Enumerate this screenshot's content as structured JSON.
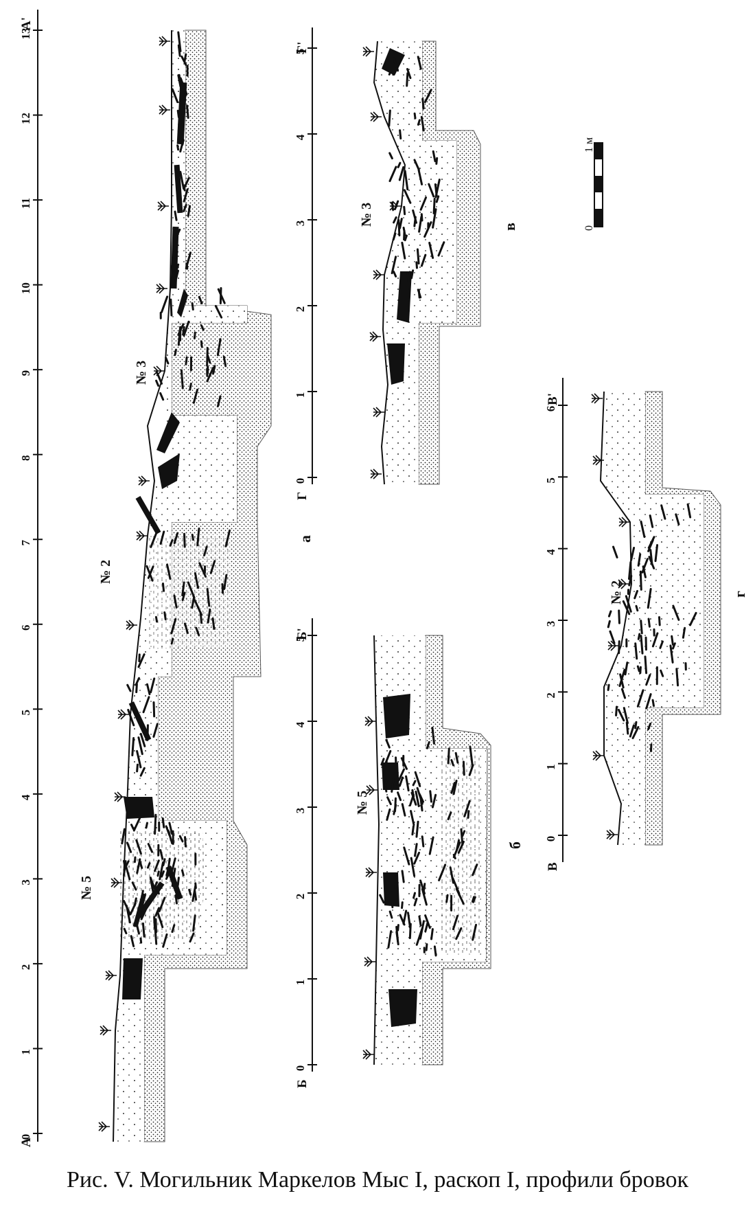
{
  "caption": "Рис. V. Могильник Маркелов Мыс I, раскоп I, профили бровок",
  "scale_bar": {
    "zero": "0",
    "max": "1 м"
  },
  "profiles": [
    {
      "id": "a",
      "panel_label": "а",
      "start_label": "А",
      "end_label": "А'",
      "ticks": [
        "0",
        "1",
        "2",
        "3",
        "4",
        "5",
        "6",
        "7",
        "8",
        "9",
        "10",
        "11",
        "12",
        "13"
      ],
      "graves": [
        "№ 5",
        "№ 2",
        "№ 3"
      ]
    },
    {
      "id": "b",
      "panel_label": "б",
      "start_label": "Б",
      "end_label": "Б'",
      "ticks": [
        "0",
        "1",
        "2",
        "3",
        "4",
        "5"
      ],
      "graves": [
        "№ 5"
      ]
    },
    {
      "id": "v",
      "panel_label": "в",
      "start_label": "Г",
      "end_label": "Г'",
      "ticks": [
        "0",
        "1",
        "2",
        "3",
        "4",
        "5"
      ],
      "graves": [
        "№ 3"
      ]
    },
    {
      "id": "g",
      "panel_label": "г",
      "start_label": "В",
      "end_label": "В'",
      "ticks": [
        "0",
        "1",
        "2",
        "3",
        "4",
        "5",
        "6"
      ],
      "graves": [
        "№ 2"
      ]
    }
  ]
}
